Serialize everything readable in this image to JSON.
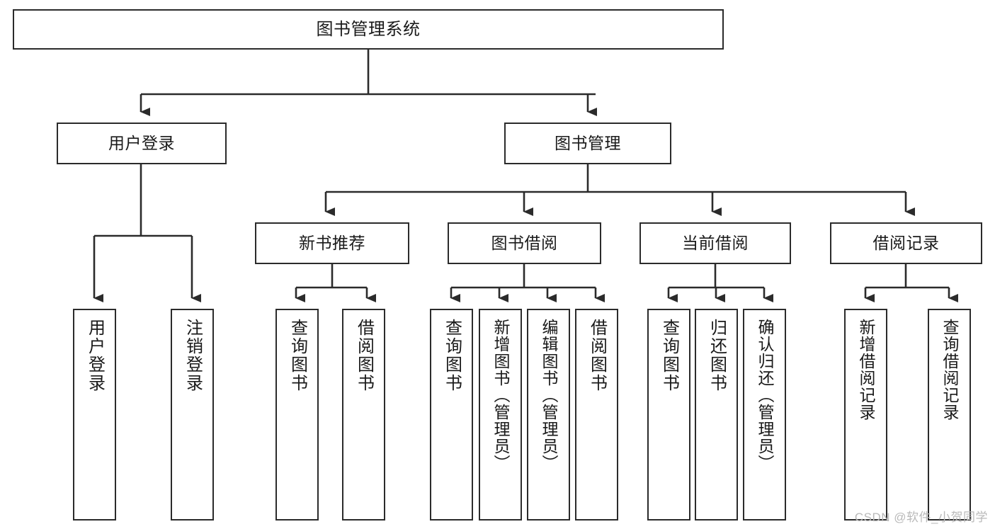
{
  "diagram": {
    "type": "tree",
    "title": "图书管理系统",
    "watermark": "CSDN @软件_小贺同学",
    "colors": {
      "stroke": "#2b2b2b",
      "background": "#ffffff",
      "text": "#1a1a1a",
      "watermark": "#b9b9b9"
    },
    "nodes": {
      "root": {
        "label": "图书管理系统"
      },
      "level1": [
        {
          "label": "用户登录"
        },
        {
          "label": "图书管理"
        }
      ],
      "level2": [
        {
          "label": "新书推荐"
        },
        {
          "label": "图书借阅"
        },
        {
          "label": "当前借阅"
        },
        {
          "label": "借阅记录"
        }
      ],
      "leaves": {
        "user_login": [
          {
            "label": "用户登录"
          },
          {
            "label": "注销登录"
          }
        ],
        "new_book": [
          {
            "label": "查询图书"
          },
          {
            "label": "借阅图书"
          }
        ],
        "book_borrow": [
          {
            "label": "查询图书"
          },
          {
            "label": "新增图书（管理员）"
          },
          {
            "label": "编辑图书（管理员）"
          },
          {
            "label": "借阅图书"
          }
        ],
        "current_borrow": [
          {
            "label": "查询图书"
          },
          {
            "label": "归还图书"
          },
          {
            "label": "确认归还（管理员）"
          }
        ],
        "borrow_record": [
          {
            "label": "新增借阅记录"
          },
          {
            "label": "查询借阅记录"
          }
        ]
      }
    }
  }
}
